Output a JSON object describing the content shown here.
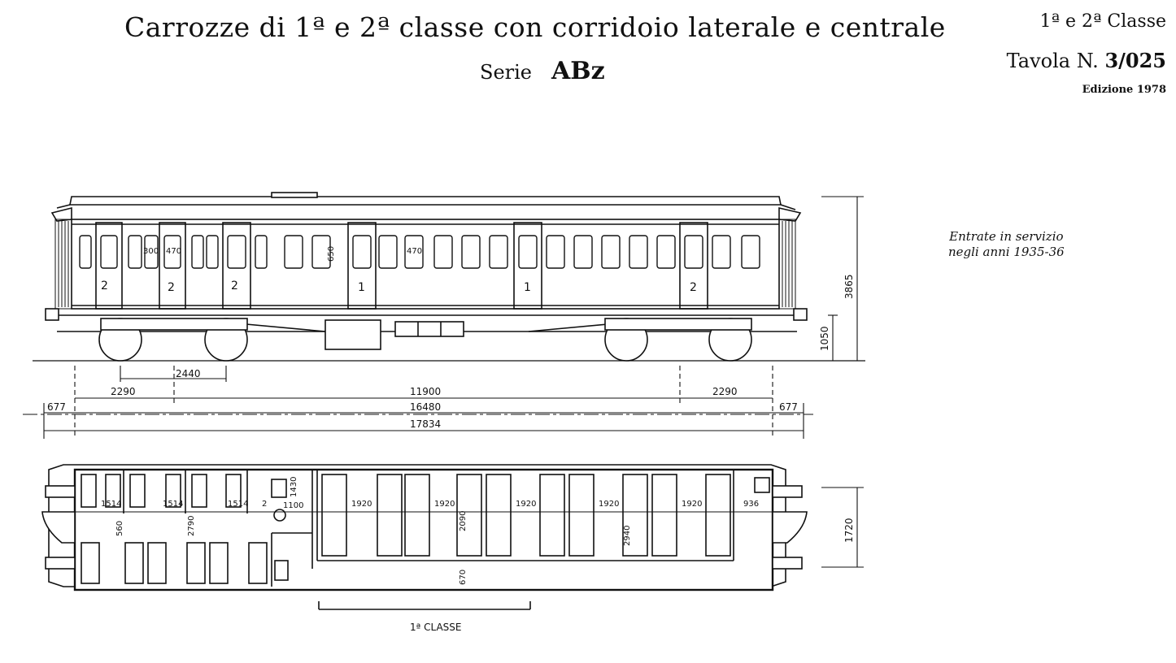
{
  "header": {
    "title": "Carrozze di 1ª e 2ª classe con corridoio laterale e centrale",
    "serie_label": "Serie",
    "serie_code": "ABz",
    "class_label": "1ª e 2ª Classe",
    "tavola_label": "Tavola N.",
    "tavola_number": "3/025",
    "edition": "Edizione 1978"
  },
  "note": {
    "line1": "Entrate in servizio",
    "line2": "negli anni 1935-36"
  },
  "side_view": {
    "door_numbers": [
      "2",
      "2",
      "2",
      "1",
      "1",
      "2"
    ],
    "window_dims": [
      "300",
      "470",
      "650",
      "470"
    ]
  },
  "dimensions": {
    "height_total": "3865",
    "floor_height": "1050",
    "bogie_wheelbase": "2440",
    "overhang_left": "2290",
    "bogie_centers": "11900",
    "overhang_right": "2290",
    "body_length": "16480",
    "buffer_left": "677",
    "buffer_right": "677",
    "length_over_buffers": "17834",
    "track_width": "1720"
  },
  "plan_view": {
    "compartment_dims": [
      "1514",
      "1514",
      "1514",
      "2",
      "1430",
      "1100",
      "560",
      "2790",
      "1920",
      "1920",
      "2090",
      "1920",
      "1920",
      "2940",
      "1920",
      "936",
      "670"
    ],
    "first_class_label": "1ª CLASSE"
  }
}
